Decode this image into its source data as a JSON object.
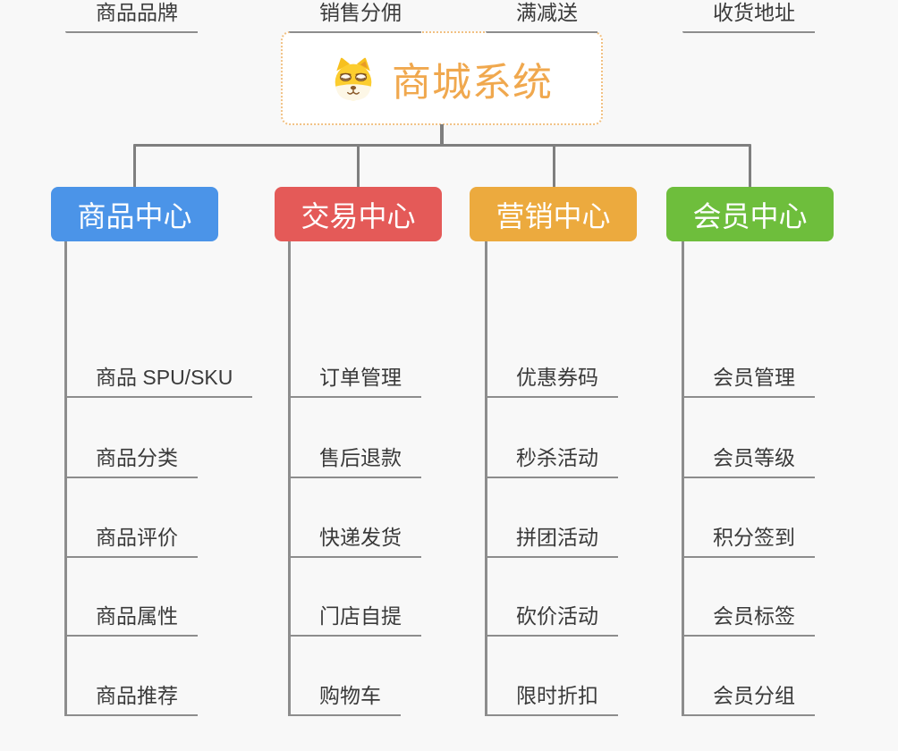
{
  "root": {
    "title": "商城系统",
    "icon": "dog-face-icon"
  },
  "branches": [
    {
      "label": "商品中心",
      "color": "#4b94e8",
      "children": [
        "商品 SPU/SKU",
        "商品分类",
        "商品评价",
        "商品属性",
        "商品推荐",
        "商品品牌"
      ]
    },
    {
      "label": "交易中心",
      "color": "#e45a58",
      "children": [
        "订单管理",
        "售后退款",
        "快递发货",
        "门店自提",
        "购物车",
        "销售分佣"
      ]
    },
    {
      "label": "营销中心",
      "color": "#ecaa3e",
      "children": [
        "优惠券码",
        "秒杀活动",
        "拼团活动",
        "砍价活动",
        "限时折扣",
        "满减送"
      ]
    },
    {
      "label": "会员中心",
      "color": "#6ebe3c",
      "children": [
        "会员管理",
        "会员等级",
        "积分签到",
        "会员标签",
        "会员分组",
        "收货地址"
      ]
    }
  ],
  "colors": {
    "background": "#f8f8f8",
    "root_text": "#f0a84e",
    "root_border": "#f1c183",
    "connector": "#7f7f7f",
    "leaf_line": "#8d8d8d",
    "leaf_text": "#3a3a3a"
  }
}
